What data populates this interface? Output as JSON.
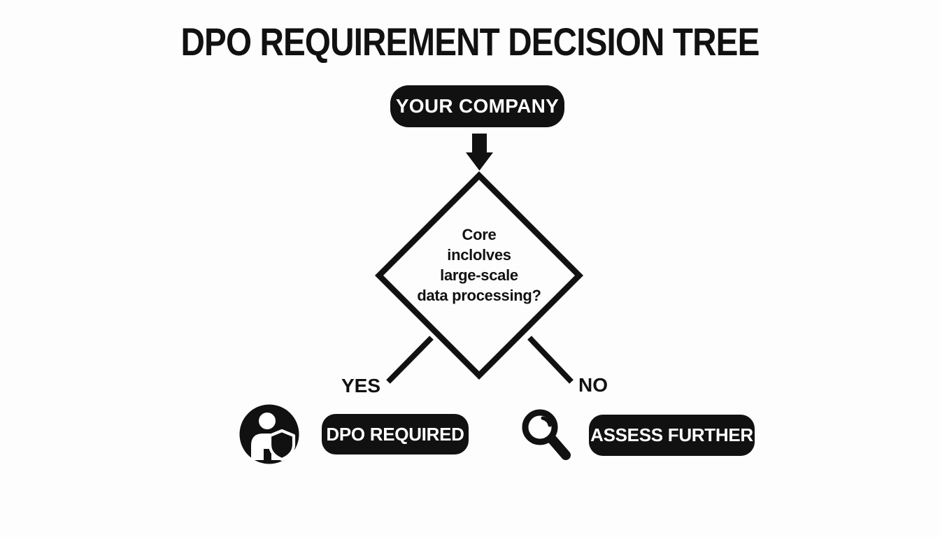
{
  "title": "DPO REQUIREMENT DECISION TREE",
  "flow": {
    "start_node": "YOUR COMPANY",
    "decision_question": "Core\ninclolves\nlarge-scale\ndata processing?",
    "yes_label": "YES",
    "no_label": "NO",
    "yes_outcome": "DPO REQUIRED",
    "no_outcome": "ASSESS FURTHER"
  },
  "icons": {
    "connector": "down-arrow-icon",
    "yes_outcome_icon": "person-shield-icon",
    "no_outcome_icon": "magnifier-icon"
  },
  "colors": {
    "ink": "#111111",
    "background": "#fdfdfd",
    "node_fill": "#111111",
    "node_text": "#ffffff"
  }
}
